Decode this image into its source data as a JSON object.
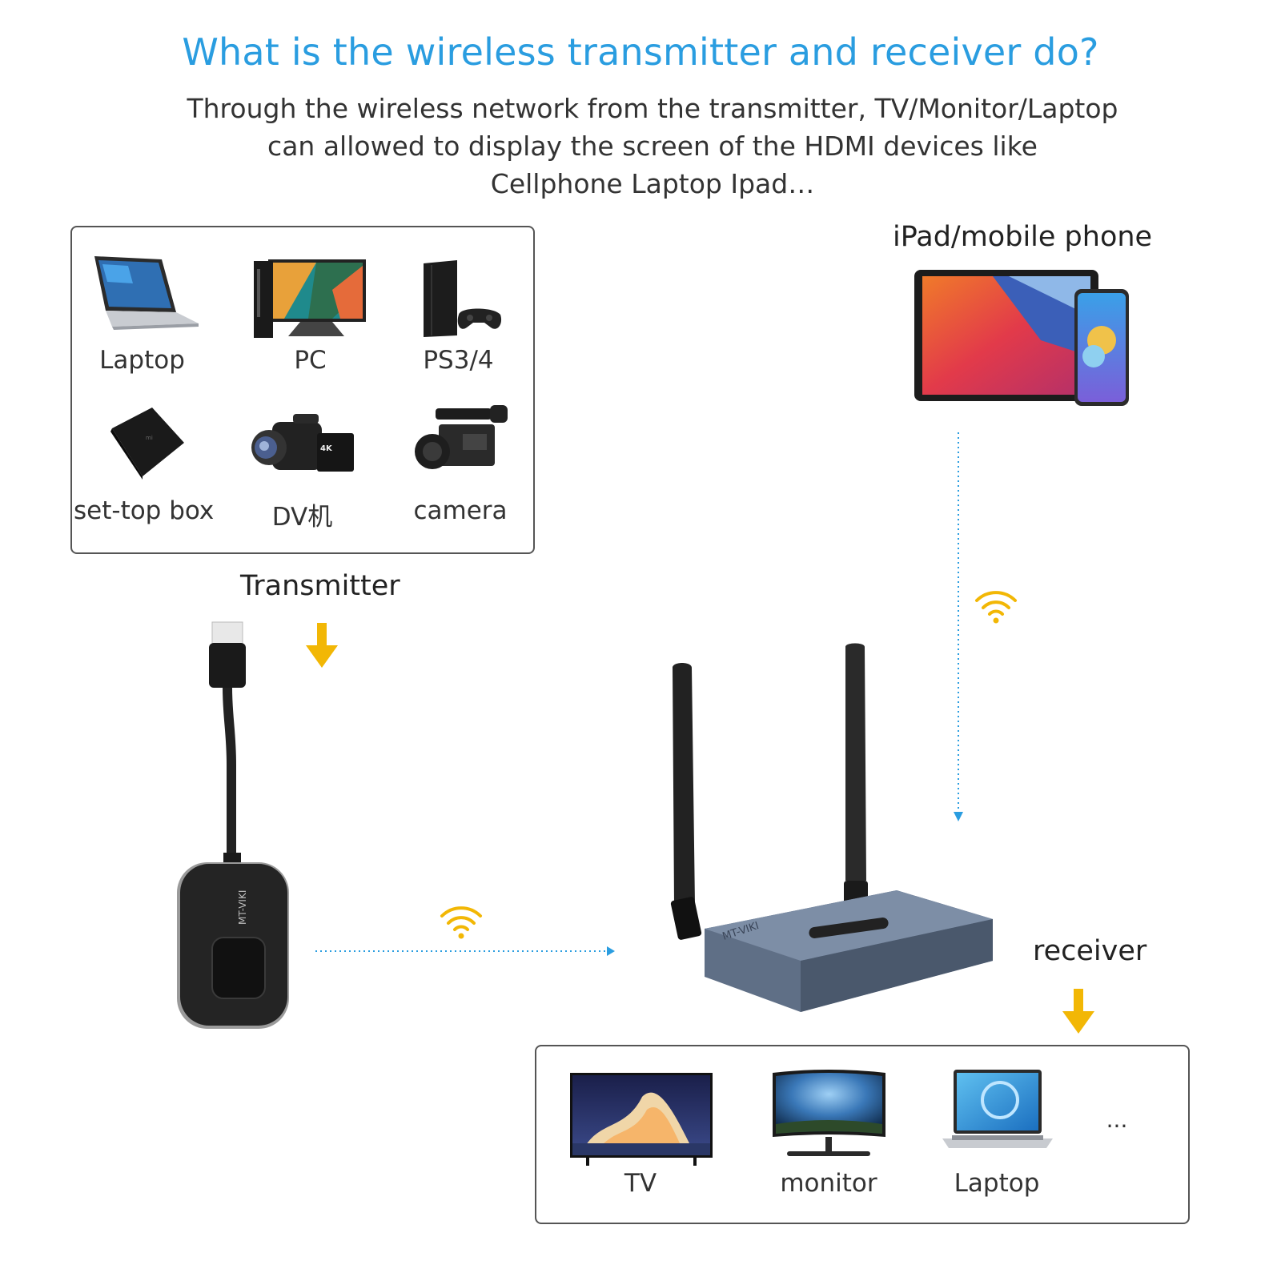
{
  "title": "What is the wireless transmitter and receiver do?",
  "subtitle": {
    "line1": "Through the wireless network from the transmitter, TV/Monitor/Laptop",
    "line2": "can allowed to display the screen of the HDMI devices like",
    "line3": "Cellphone Laptop Ipad…"
  },
  "source_devices": [
    "Laptop",
    "PC",
    "PS3/4",
    "set-top box",
    "DV机",
    "camera"
  ],
  "transmitter_label": "Transmitter",
  "mobile_label": "iPad/mobile phone",
  "receiver_label": "receiver",
  "display_devices": [
    "TV",
    "monitor",
    "Laptop"
  ],
  "more_indicator": "...",
  "brand_text": "MT-VIKI",
  "camera_badge": "4K",
  "colors": {
    "title": "#2a9de0",
    "arrow": "#f2b705",
    "wifi": "#f2b705",
    "dotted_line": "#2a9de0"
  }
}
